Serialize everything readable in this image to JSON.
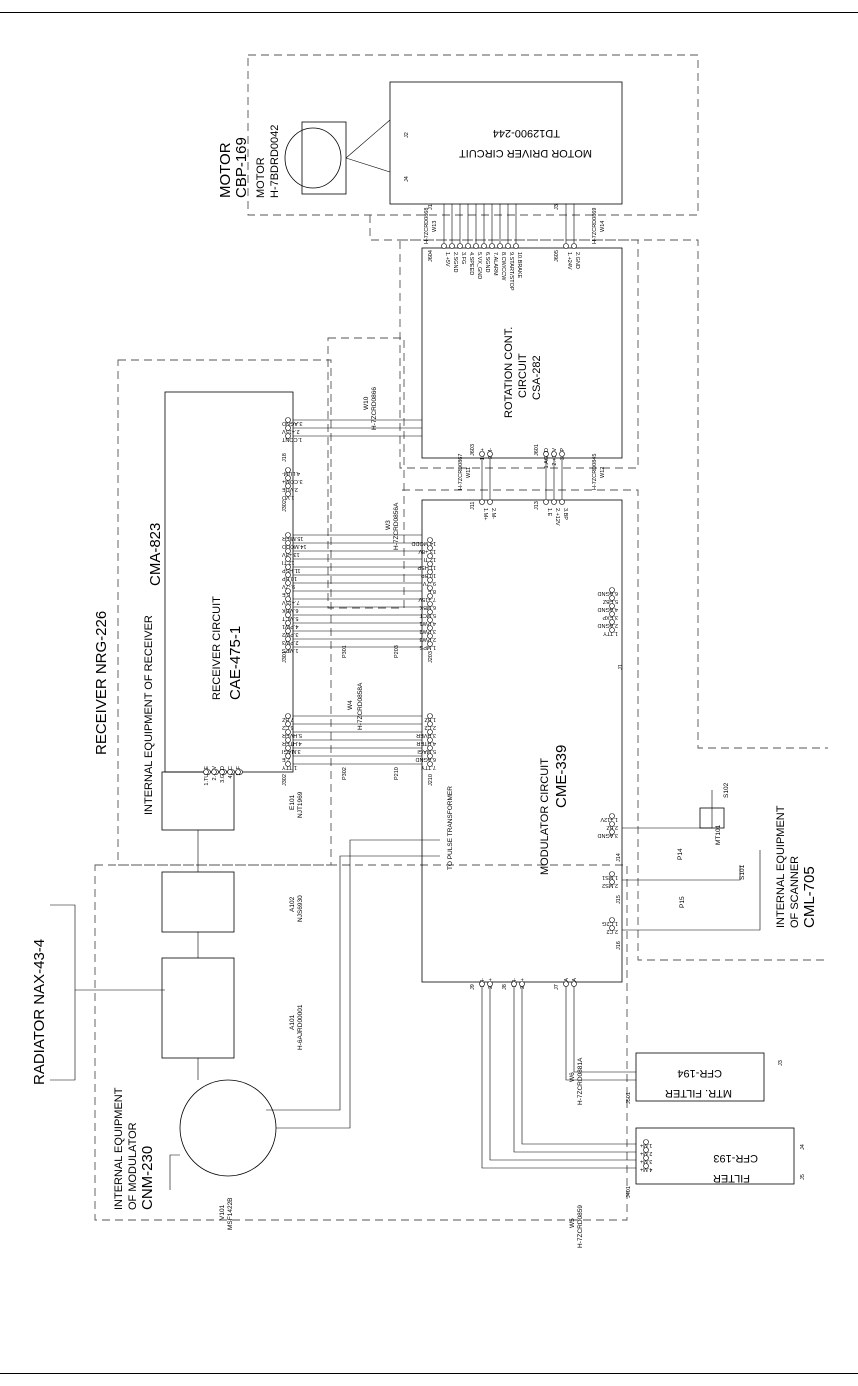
{
  "labels": {
    "radiator": "RADIATOR  NAX-43-4",
    "receiver_title": "RECEIVER  NRG-226",
    "receiver_internal": "INTERNAL EQUIPMENT OF RECEIVER",
    "cma": "CMA-823",
    "receiver_circuit": "RECEIVER CIRCUIT",
    "cae": "CAE-475-1",
    "modulator_circuit": "MODULATOR CIRCUIT",
    "cme": "CME-339",
    "rotation_1": "ROTATION CONT.",
    "rotation_2": "CIRCUIT",
    "rotation_3": "CSA-282",
    "motor_driver_1": "MOTOR DRIVER CIRCUIT",
    "motor_driver_2": "TD12900-244",
    "motor_1": "MOTOR",
    "motor_2": "CBP-169",
    "motor_3": "MOTOR",
    "motor_4": "H-7BDRD0042",
    "scanner_1": "INTERNAL EQUIPMENT",
    "scanner_2": "OF SCANNER",
    "scanner_3": "CML-705",
    "modulator_eq_1": "INTERNAL EQUIPMENT",
    "modulator_eq_2": "OF MODULATOR",
    "modulator_eq_3": "CNM-230",
    "mtr_filter_1": "MTR. FILTER",
    "mtr_filter_2": "CFR-194",
    "filter_1": "FILTER",
    "filter_2": "CFR-193",
    "pulse_transformer": "TO PULSE TRANSFORMER",
    "v101": "V101",
    "v101_part": "MSF1422B",
    "a101": "A101",
    "a101_part": "H-6AJRD00001",
    "a102": "A102",
    "a102_part": "NJS6930",
    "e101": "E101",
    "e101_part": "NJT1969",
    "mt101": "MT101",
    "s101": "S101",
    "s102": "S102",
    "p14": "P14",
    "p15": "P15",
    "w3": "W3",
    "w3_part": "H-7ZCRD0856A",
    "w4": "W4",
    "w4_part": "H-7ZCRD0858A",
    "w5": "W5",
    "w5_part": "H-7ZCRD0859",
    "w6": "W6",
    "w6_part": "H-7ZCRD0881A",
    "w10": "W10",
    "w10_part": "H-7ZCRD0866",
    "w11": "W11",
    "w11_part": "H-7ZCRD0867",
    "w12": "W12",
    "w12_part": "H-7ZCRD0845",
    "w13": "W13",
    "w13_part": "H-7ZCRD0868",
    "w14": "W14",
    "w14_part": "H-7ZCRD0869",
    "j1": "J1",
    "j2": "J2",
    "j3": "J3",
    "j4": "J4",
    "j5": "J5",
    "j7": "J7",
    "j8": "J8",
    "j9": "J9",
    "j11": "J11",
    "j13": "J13",
    "j14": "J14",
    "j15": "J15",
    "j16": "J16",
    "j18": "J18",
    "j301": "J301",
    "j302": "J302",
    "j203": "J203",
    "j210": "J210",
    "j501": "J501",
    "j401": "J401",
    "j601": "J601",
    "j603": "J603",
    "j604": "J604",
    "j605": "J605",
    "p301": "P301",
    "p302": "P302",
    "p203": "P203",
    "p210": "P210"
  },
  "pins": {
    "j18": [
      "3.AGND",
      "2.+15V",
      "1.CONT"
    ],
    "j302": [
      "4.LUM-",
      "3.COM+",
      "2.VDE",
      "1.VD"
    ],
    "j301": [
      "15.MIER",
      "14.MODD",
      "13.+8V",
      "12.TI",
      "11.HSP",
      "10.BP",
      "9.-7V",
      "8.E",
      "7.+15V",
      "6.MBK",
      "5.MCT",
      "4.PW1",
      "3.PW2",
      "2.PW3",
      "1.MPS"
    ],
    "j203": [
      "14.MODD",
      "13.+8V",
      "12.TI",
      "11.HSP",
      "10.BP",
      "9.-7V",
      "8.E",
      "7.+15V",
      "6.MBK",
      "5.MCT",
      "4.PW1",
      "3.PW2",
      "2.PW3",
      "1.MPS"
    ],
    "j302b": [
      "7.BZ",
      "6.C2",
      "5.HVER",
      "4.HTER",
      "3.MAGI",
      "2.E",
      "1.TTY"
    ],
    "j210": [
      "1.BZ",
      "2.C2",
      "3.HVER",
      "4.HTER",
      "5.MAGI",
      "6.AGND",
      "7.TTY"
    ],
    "e101": [
      "1.TUNE",
      "2.+5V",
      "3.GND",
      "4.NC",
      "5.IF"
    ],
    "j604": [
      "1.+5V",
      "2.SGND",
      "3.FG",
      "4.SPEED",
      "5.VX_GND",
      "6.SGND",
      "7.ALARM",
      "8.CW/CCW",
      "9.START/STOP",
      "10.BRAKE"
    ],
    "j605": [
      "1.+24V",
      "2.GND"
    ],
    "j603": [
      "1.M+",
      "2.M-"
    ],
    "j601": [
      "1.AGND",
      "2.+12V",
      "3.BP"
    ],
    "j11": [
      "1.M+",
      "2.M-"
    ],
    "j13": [
      "1.E",
      "2.+12V",
      "3.BP"
    ],
    "j1_mod": [
      "6.AGND",
      "5.EBZ",
      "4.AGND",
      "3.EXP",
      "2.AGND",
      "1.TTY"
    ],
    "j14": [
      "1.+12V",
      "2.BZ",
      "3.AGND"
    ],
    "j15": [
      "1.MS1",
      "2.MS2"
    ],
    "j16": [
      "1.C2G",
      "2.C2"
    ],
    "j9": [
      "1.4-",
      "2.4+"
    ],
    "j8": [
      "1.4-",
      "2.4+"
    ],
    "j7": [
      "1.A",
      "2.A"
    ],
    "j401": [
      "1.M+",
      "2.M+",
      "3.M+",
      "4.M+"
    ]
  }
}
